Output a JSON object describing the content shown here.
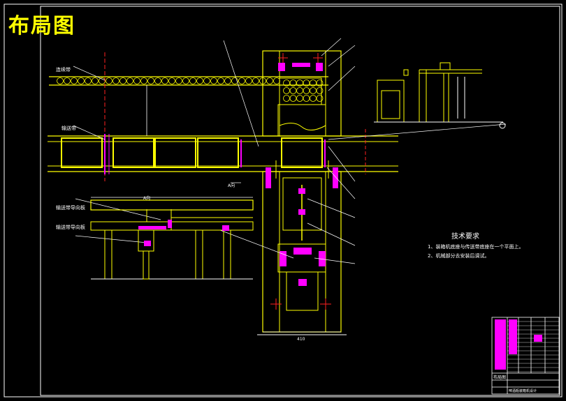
{
  "drawing": {
    "title": "布局图",
    "tech_requirements": {
      "heading": "技术要求",
      "items": [
        "1、装箱机底座与传送带底座在一个平面上。",
        "2、机械部分去安装后调试。"
      ]
    },
    "callouts": {
      "top_conveyor": "连续带",
      "main_conveyor": "输送带",
      "elevation_view": "A向",
      "guide_upper": "输送带导向板",
      "guide_lower": "输送带导向板",
      "section_mark": "A向",
      "dim_bottom": "410"
    },
    "title_block": {
      "drawing_name": "布局图",
      "project": "啤酒瓶装箱机设计"
    }
  },
  "colors": {
    "background": "#000000",
    "frame": "#ffffff",
    "main": "#ffff00",
    "accent": "#ff00ff",
    "centerline": "#ff2020"
  }
}
